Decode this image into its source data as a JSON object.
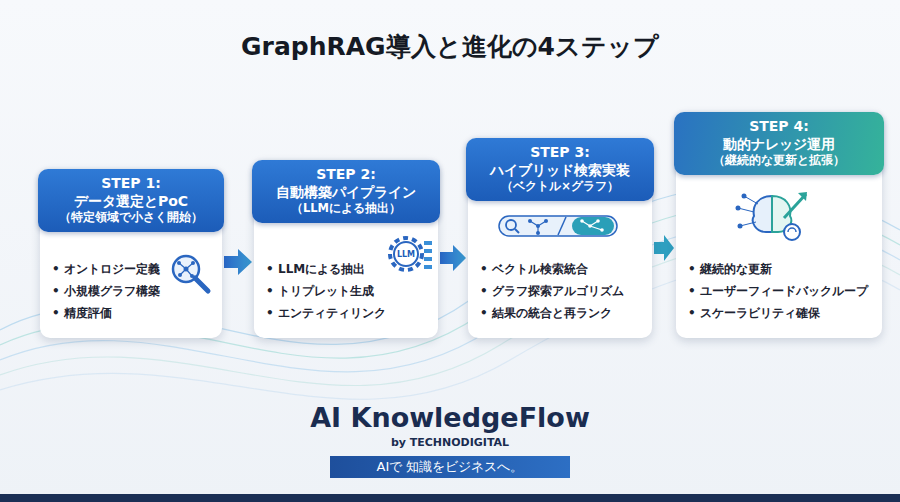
{
  "diagram": {
    "title": "GraphRAG導入と進化の4ステップ",
    "nodes": [
      {
        "text": [
          "オントロジー定義",
          "小規模グラフ構築",
          "精度評価"
        ]
      },
      {
        "text": [
          "STEP 1:",
          "データ選定とPoC",
          "（特定領域で小さく開始）"
        ],
        "in": 0
      },
      {
        "text": [
          "LLMによる抽出",
          "トリプレット生成",
          "エンティティリンク"
        ]
      },
      {
        "text": [
          "STEP 2:",
          "自動構築パイプライン",
          "（LLMによる抽出）"
        ],
        "in": 2
      },
      {
        "text": [
          "ベクトル検索統合",
          "グラフ探索アルゴリズム",
          "結果の統合と再ランク"
        ]
      },
      {
        "text": [
          "STEP 3:",
          "ハイブリッド検索実装",
          "（ベクトル×グラフ）"
        ],
        "in": 4
      },
      {
        "text": [
          "継続的な更新",
          "ユーザーフィードバックループ",
          "スケーラビリティ確保"
        ]
      },
      {
        "text": [
          "STEP 4:",
          "動的ナレッジ運用",
          "（継続的な更新と拡張）"
        ],
        "in": 6
      },
      {
        "text": [
          "AIで 知識をビジネスへ。"
        ]
      }
    ],
    "edges": [
      {
        "from": 0,
        "to": 2,
        "arrow": "to"
      },
      {
        "from": 2,
        "to": 4,
        "arrow": "to"
      },
      {
        "from": 4,
        "to": 6,
        "arrow": "to"
      }
    ],
    "labels": [
      "LLM",
      "AI KnowledgeFlow",
      "by TECHNODIGITAL"
    ]
  }
}
